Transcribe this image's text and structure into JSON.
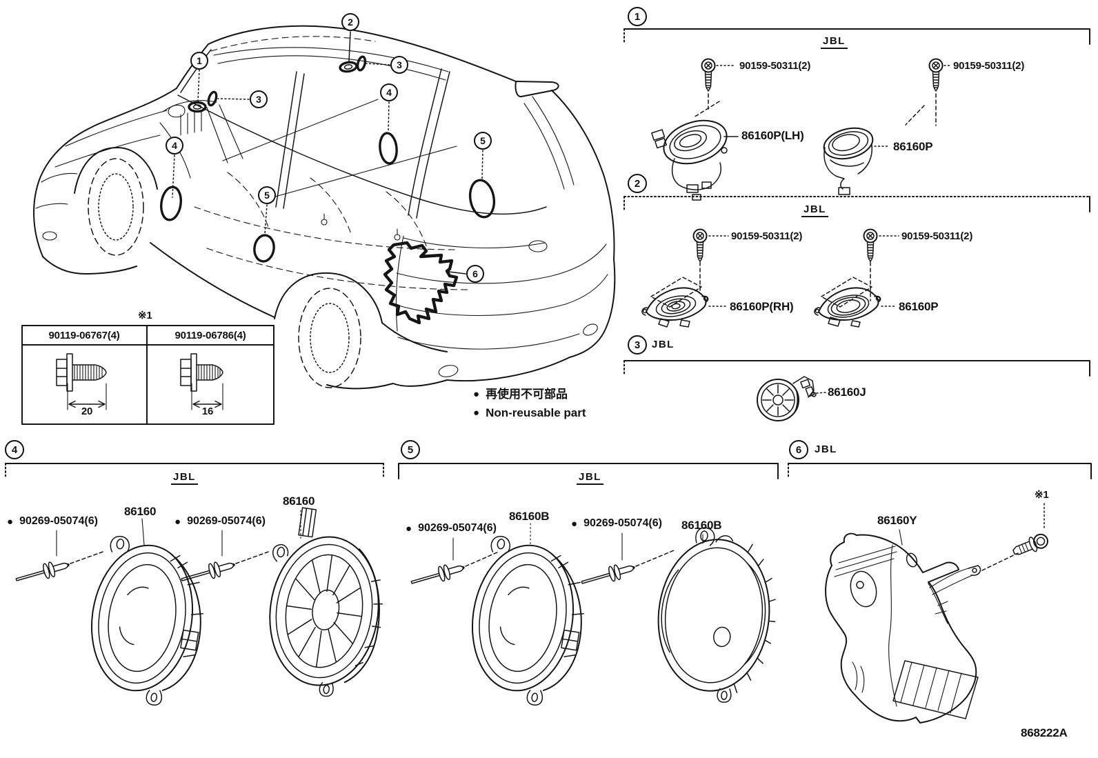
{
  "figure_code": "868222A",
  "callouts": {
    "n1": "1",
    "n2": "2",
    "n3": "3",
    "n4": "4",
    "n5": "5",
    "n6": "6"
  },
  "notes": {
    "bullet": "●",
    "reuse_jp": "再使用不可部品",
    "reuse_en": "Non-reusable part"
  },
  "fastener_table": {
    "ref": "※1",
    "items": [
      {
        "part_number": "90119-06767(4)",
        "length_mm": "20"
      },
      {
        "part_number": "90119-06786(4)",
        "length_mm": "16"
      }
    ]
  },
  "sections": [
    {
      "num": "1",
      "brand": "JBL",
      "fastener_left": "90159-50311(2)",
      "fastener_right": "90159-50311(2)",
      "part_left": "86160P(LH)",
      "part_right": "86160P"
    },
    {
      "num": "2",
      "brand": "JBL",
      "fastener_left": "90159-50311(2)",
      "fastener_right": "90159-50311(2)",
      "part_left": "86160P(RH)",
      "part_right": "86160P"
    },
    {
      "num": "3",
      "brand": "JBL",
      "part": "86160J"
    },
    {
      "num": "4",
      "brand": "JBL",
      "fastener_left": "90269-05074(6)",
      "fastener_right": "90269-05074(6)",
      "part_left": "86160",
      "part_right": "86160"
    },
    {
      "num": "5",
      "brand": "JBL",
      "fastener_left": "90269-05074(6)",
      "fastener_right": "90269-05074(6)",
      "part_left": "86160B",
      "part_right": "86160B"
    },
    {
      "num": "6",
      "brand": "JBL",
      "part": "86160Y",
      "ref": "※1"
    }
  ]
}
